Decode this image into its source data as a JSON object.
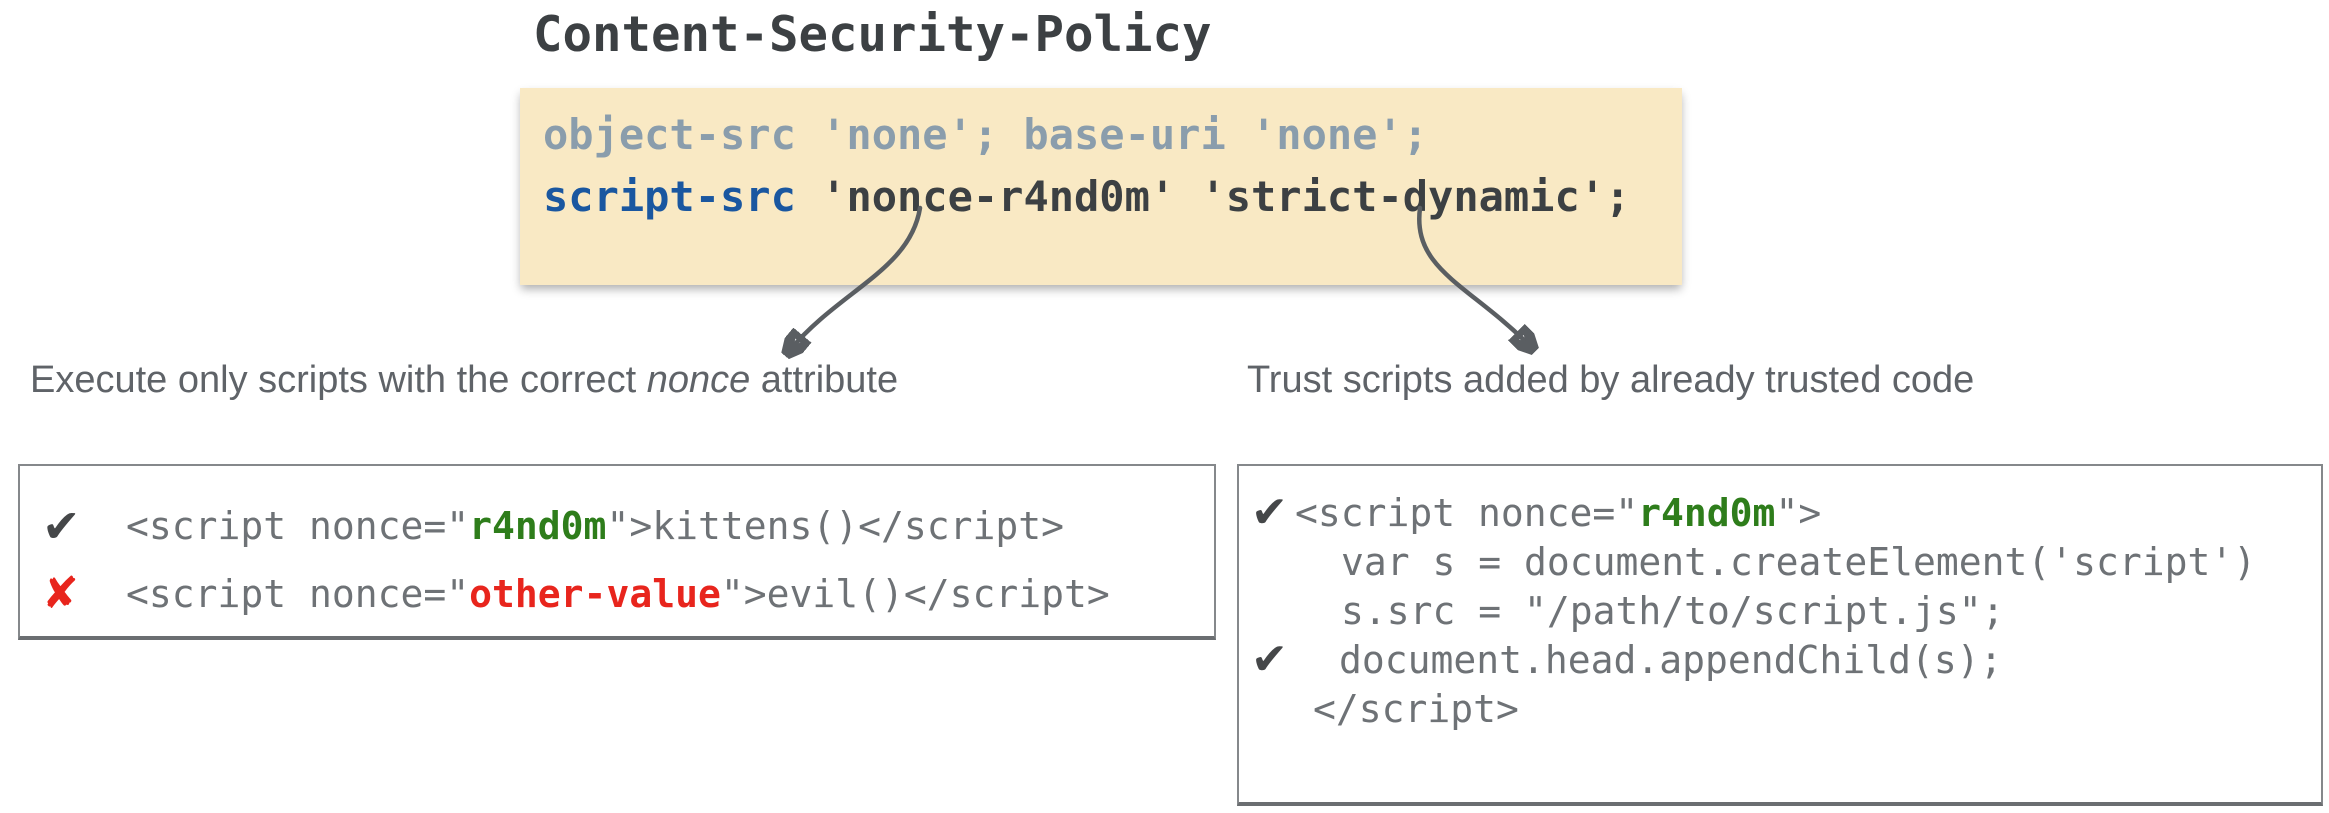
{
  "title": "Content-Security-Policy",
  "policy": {
    "line1": "object-src 'none'; base-uri 'none';",
    "line2_keyword": "script-src",
    "line2_rest": " 'nonce-r4nd0m' 'strict-dynamic';"
  },
  "labels": {
    "left_pre": "Execute only scripts with the correct ",
    "left_em": "nonce",
    "left_post": " attribute",
    "right": "Trust scripts added by already trusted code"
  },
  "icons": {
    "check": "✔",
    "cross": "✘"
  },
  "left_box": {
    "line1": {
      "pre": "<script nonce=\"",
      "value": "r4nd0m",
      "post": "\">kittens()</script>"
    },
    "line2": {
      "pre": "<script nonce=\"",
      "value": "other-value",
      "post": "\">evil()</script>"
    }
  },
  "right_box": {
    "line1": {
      "pre": "<script nonce=\"",
      "value": "r4nd0m",
      "post": "\">"
    },
    "line2": "var s = document.createElement('script')",
    "line3": "s.src = \"/path/to/script.js\";",
    "line4": "document.head.appendChild(s);",
    "line5": "</script>"
  },
  "colors": {
    "policy_bg": "#F9E9C4",
    "keyword_blue": "#1A57A0",
    "muted_slate": "#8A9DAC",
    "code_dark": "#3C4043",
    "code_gray": "#6E7276",
    "valid_green": "#2E7D1B",
    "invalid_red": "#E8251D",
    "label_gray": "#5F6368",
    "arrow_gray": "#5A5E62",
    "box_border": "#85888B",
    "box_border_bottom": "#6B6E71"
  }
}
